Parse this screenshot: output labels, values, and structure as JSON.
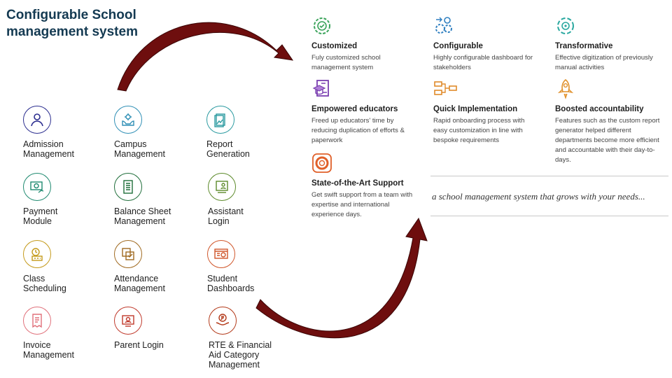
{
  "title": "Configurable School management system",
  "modules": [
    {
      "label": "Admission\nManagement",
      "icon": "person-icon",
      "color": "#2b2d8f"
    },
    {
      "label": "Campus\nManagement",
      "icon": "campus-gear-icon",
      "color": "#2f8fb5"
    },
    {
      "label": "Report\nGeneration",
      "icon": "report-icon",
      "color": "#2a9aa0"
    },
    {
      "label": "Payment\nModule",
      "icon": "payment-icon",
      "color": "#1f8a70"
    },
    {
      "label": "Balance Sheet\nManagement",
      "icon": "balance-sheet-icon",
      "color": "#1f6e3a"
    },
    {
      "label": "Assistant\nLogin",
      "icon": "assistant-login-icon",
      "color": "#5c8a2a"
    },
    {
      "label": "Class\nScheduling",
      "icon": "scheduling-icon",
      "color": "#c49a1a"
    },
    {
      "label": "Attendance\nManagement",
      "icon": "attendance-icon",
      "color": "#a06a20"
    },
    {
      "label": "Student\nDashboards",
      "icon": "dashboard-icon",
      "color": "#d0562a"
    },
    {
      "label": "Invoice\nManagement",
      "icon": "invoice-icon",
      "color": "#e0707a"
    },
    {
      "label": "Parent Login",
      "icon": "parent-login-icon",
      "color": "#c0392b"
    },
    {
      "label": "RTE & Financial\nAid Category\nManagement",
      "icon": "financial-aid-icon",
      "color": "#b33a1a"
    }
  ],
  "features": [
    {
      "title": "Customized",
      "desc": "Fuly customized school management system",
      "icon": "customized-icon",
      "color": "#3aa35a"
    },
    {
      "title": "Configurable",
      "desc": "Highly configurable dashboard for stakeholders",
      "icon": "configurable-icon",
      "color": "#2f7fc0"
    },
    {
      "title": "Transformative",
      "desc": "Effective digitization of previously manual activities",
      "icon": "transformative-icon",
      "color": "#2aa8a0"
    },
    {
      "title": "Empowered educators",
      "desc": "Freed up educators' time by reducing duplication of efforts & paperwork",
      "icon": "educators-icon",
      "color": "#7a3fb0"
    },
    {
      "title": "Quick Implementation",
      "desc": "Rapid onboarding process with easy customization in line with bespoke requirements",
      "icon": "implementation-icon",
      "color": "#e08a2a"
    },
    {
      "title": "Boosted accountability",
      "desc": "Features such as the custom report generator helped different departments become more efficient and accountable with their day-to-days.",
      "icon": "rocket-icon",
      "color": "#e0902a"
    },
    {
      "title": "State-of-the-Art Support",
      "desc": "Get swift support from a team with expertise and international experience days.",
      "icon": "lifebuoy-icon",
      "color": "#e0602a"
    }
  ],
  "tagline": "a school management system that grows with your needs...",
  "colors": {
    "arrow": "#6e0e0e",
    "title": "#143a52"
  }
}
